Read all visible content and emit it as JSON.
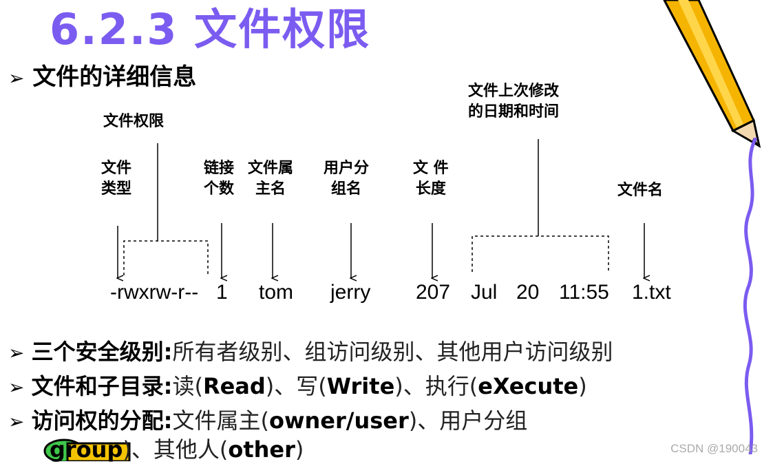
{
  "title": "6.2.3 文件权限",
  "bullet_glyph": "➢",
  "subheading": "文件的详细信息",
  "labels": {
    "file_type": [
      "文件",
      "类型"
    ],
    "file_permission": "文件权限",
    "link_count": [
      "链接",
      "个数"
    ],
    "owner_name": [
      "文件属",
      "主名"
    ],
    "group_name": [
      "用户分",
      "组名"
    ],
    "file_length": [
      "文 件",
      "长度"
    ],
    "last_modified": [
      "文件上次修改",
      "的日期和时间"
    ],
    "file_name": "文件名"
  },
  "example": {
    "permissions": "-rwxrw-r--",
    "links": "1",
    "owner": "tom",
    "group": "jerry",
    "size": "207",
    "month": "Jul",
    "day": "20",
    "time": "11:55",
    "name": "1.txt"
  },
  "bullets": {
    "levels_key": "三个安全级别:",
    "levels_text": "所有者级别、组访问级别、其他用户访问级别",
    "ops_key": "文件和子目录:",
    "ops_read_cn": "读(",
    "ops_read_en": "Read",
    "ops_write_cn": ")、写(",
    "ops_write_en": "Write",
    "ops_exec_cn": ")、执行(",
    "ops_exec_en": "eXecute",
    "ops_close": ")",
    "assign_key": "访问权的分配:",
    "assign_owner_cn": "文件属主(",
    "assign_owner_en": "owner/user",
    "assign_group_cn": ")、用户分组",
    "assign_group_en": "group",
    "assign_other_cn": ")、其他人(",
    "assign_other_en": "other",
    "assign_close": ")"
  },
  "watermark": "CSDN @190043",
  "colors": {
    "title": "#7b5cf0",
    "pencil_body": "#f5b400",
    "squiggle": "#7b5cf0"
  }
}
